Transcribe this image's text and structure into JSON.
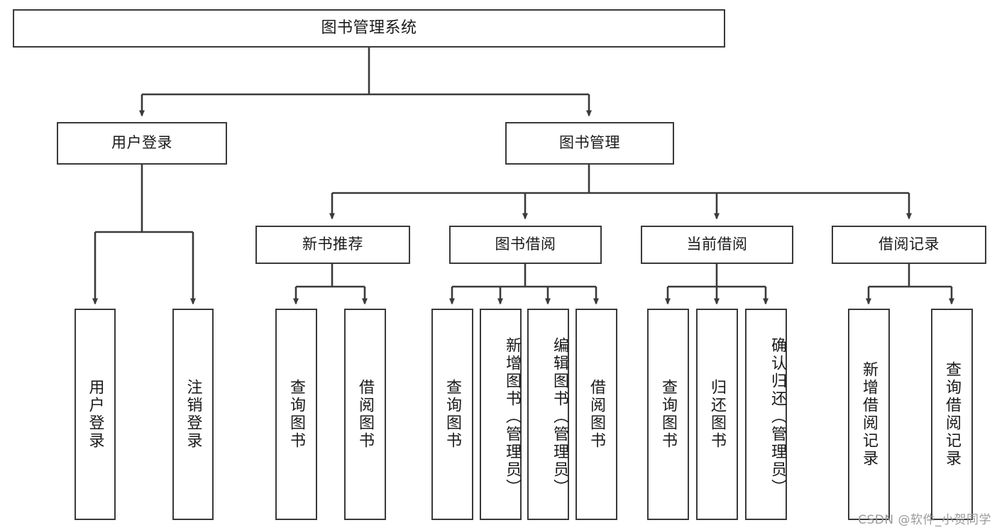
{
  "diagram": {
    "title": "图书管理系统",
    "type": "tree-structure-chart",
    "watermark": "CSDN @软件_小贺同学",
    "colors": {
      "box_border": "#3a3a3a",
      "box_fill": "#ffffff",
      "edge": "#3a3a3a",
      "text": "#1a1a1a",
      "watermark": "#9a9a9a",
      "background": "#ffffff"
    },
    "root": {
      "label": "图书管理系统"
    },
    "level2": [
      {
        "label": "用户登录"
      },
      {
        "label": "图书管理"
      }
    ],
    "level3": [
      {
        "label": "新书推荐"
      },
      {
        "label": "图书借阅"
      },
      {
        "label": "当前借阅"
      },
      {
        "label": "借阅记录"
      }
    ],
    "leaves": {
      "user_login": [
        {
          "label": "用户登录"
        },
        {
          "label": "注销登录"
        }
      ],
      "new_book_recommend": [
        {
          "label": "查询图书"
        },
        {
          "label": "借阅图书"
        }
      ],
      "book_borrow": [
        {
          "label": "查询图书"
        },
        {
          "label": "新增图书（管理员）"
        },
        {
          "label": "编辑图书（管理员）"
        },
        {
          "label": "借阅图书"
        }
      ],
      "current_borrow": [
        {
          "label": "查询图书"
        },
        {
          "label": "归还图书"
        },
        {
          "label": "确认归还（管理员）"
        }
      ],
      "borrow_record": [
        {
          "label": "新增借阅记录"
        },
        {
          "label": "查询借阅记录"
        }
      ]
    }
  }
}
